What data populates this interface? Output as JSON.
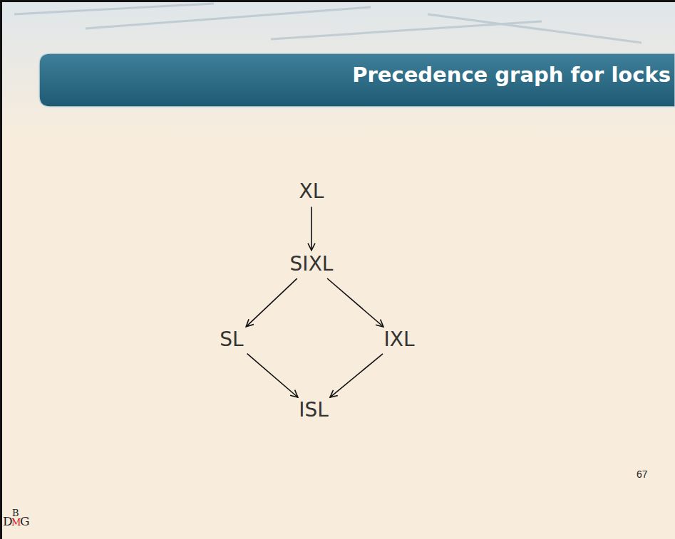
{
  "diagram": {
    "title": "Precedence graph for locks",
    "nodes": [
      {
        "text": [
          "XL"
        ]
      },
      {
        "text": [
          "SIXL"
        ]
      },
      {
        "text": [
          "SL"
        ]
      },
      {
        "text": [
          "IXL"
        ]
      },
      {
        "text": [
          "ISL"
        ]
      }
    ],
    "edges": [
      {
        "from": 0,
        "to": 1,
        "arrow": "to"
      },
      {
        "from": 1,
        "to": 2,
        "arrow": "to"
      },
      {
        "from": 1,
        "to": 3,
        "arrow": "to"
      },
      {
        "from": 2,
        "to": 4,
        "arrow": "to"
      },
      {
        "from": 3,
        "to": 4,
        "arrow": "to"
      }
    ],
    "labels": [
      "67",
      "D",
      "B",
      "M",
      "G"
    ]
  }
}
